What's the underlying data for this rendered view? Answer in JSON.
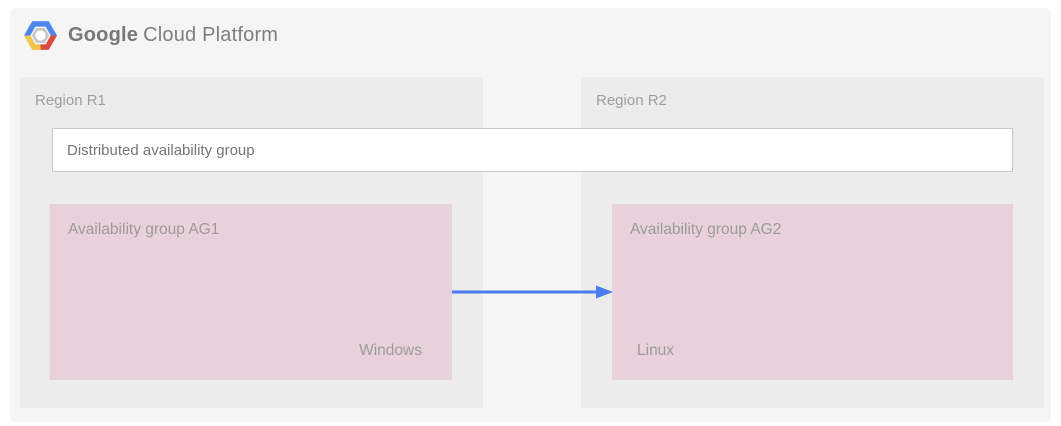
{
  "header": {
    "logo": "google-cloud-platform-logo",
    "brand_bold": "Google",
    "brand_rest": "Cloud Platform"
  },
  "regions": [
    {
      "label": "Region R1",
      "availability_group": {
        "label": "Availability group AG1",
        "platform": "Windows"
      }
    },
    {
      "label": "Region R2",
      "availability_group": {
        "label": "Availability group AG2",
        "platform": "Linux"
      }
    }
  ],
  "distributed_group": {
    "label": "Distributed availability group"
  },
  "arrow": {
    "name": "replication-arrow",
    "direction": "AG1-to-AG2",
    "color": "#4a7cf0"
  },
  "colors": {
    "card_background": "#f5f5f5",
    "region_background": "#ececec",
    "availability_group_background": "#e9d1db",
    "distributed_group_background": "#ffffff",
    "distributed_group_border": "#c9c9c9",
    "label_gray": "#9b9b9b",
    "brand_gray": "#787878",
    "logo_blue": "#4e86ec",
    "logo_red": "#dc4b3f",
    "logo_yellow": "#f2c44a"
  }
}
